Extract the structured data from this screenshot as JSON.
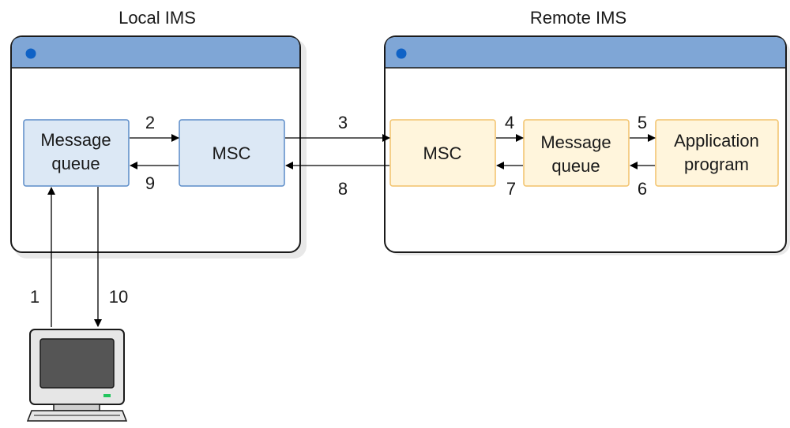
{
  "local": {
    "title": "Local IMS",
    "queue_line1": "Message",
    "queue_line2": "queue",
    "msc": "MSC"
  },
  "remote": {
    "title": "Remote IMS",
    "msc": "MSC",
    "queue_line1": "Message",
    "queue_line2": "queue",
    "app_line1": "Application",
    "app_line2": "program"
  },
  "steps": [
    "1",
    "2",
    "3",
    "4",
    "5",
    "6",
    "7",
    "8",
    "9",
    "10"
  ],
  "colors": {
    "window_titlebar": "#7fa6d6",
    "window_dot": "#0f62c6",
    "local_box_fill": "#dce8f5",
    "local_box_stroke": "#5b8cc8",
    "remote_box_fill": "#fff5dc",
    "remote_box_stroke": "#f2c26b"
  }
}
